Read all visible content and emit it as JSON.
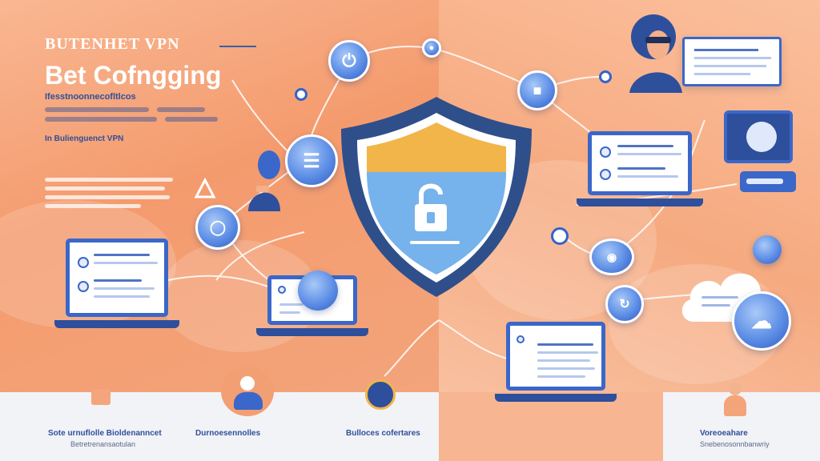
{
  "heading": {
    "brand": "BUTENHET VPN",
    "title": "Bet Cofngging",
    "subtitle": "Ifesstnoonnecofltlcos",
    "section_label": "In Bulienguenct VPN"
  },
  "icons": {
    "shield": "shield-lock-icon",
    "power": "power-icon",
    "lock": "lock-icon",
    "cloud": "cloud-icon",
    "menu": "menu-icon",
    "user": "user-icon"
  },
  "bottom_captions": {
    "left": "Sote urnuflolle Bioldenanncet",
    "left_sub": "Betretrenansaotulan",
    "center_left": "Durnoesennolles",
    "center_right": "Bulloces cofertares",
    "right": "Voreoeahare",
    "right_sub": "Snebenosonnbanwriy"
  },
  "colors": {
    "accent": "#3a67c9",
    "navy": "#2f4f9a",
    "orange_bg": "#f6a77d",
    "shield_yellow": "#f2b54a",
    "shield_blue": "#76b2ec",
    "strip": "#f2f3f7"
  }
}
